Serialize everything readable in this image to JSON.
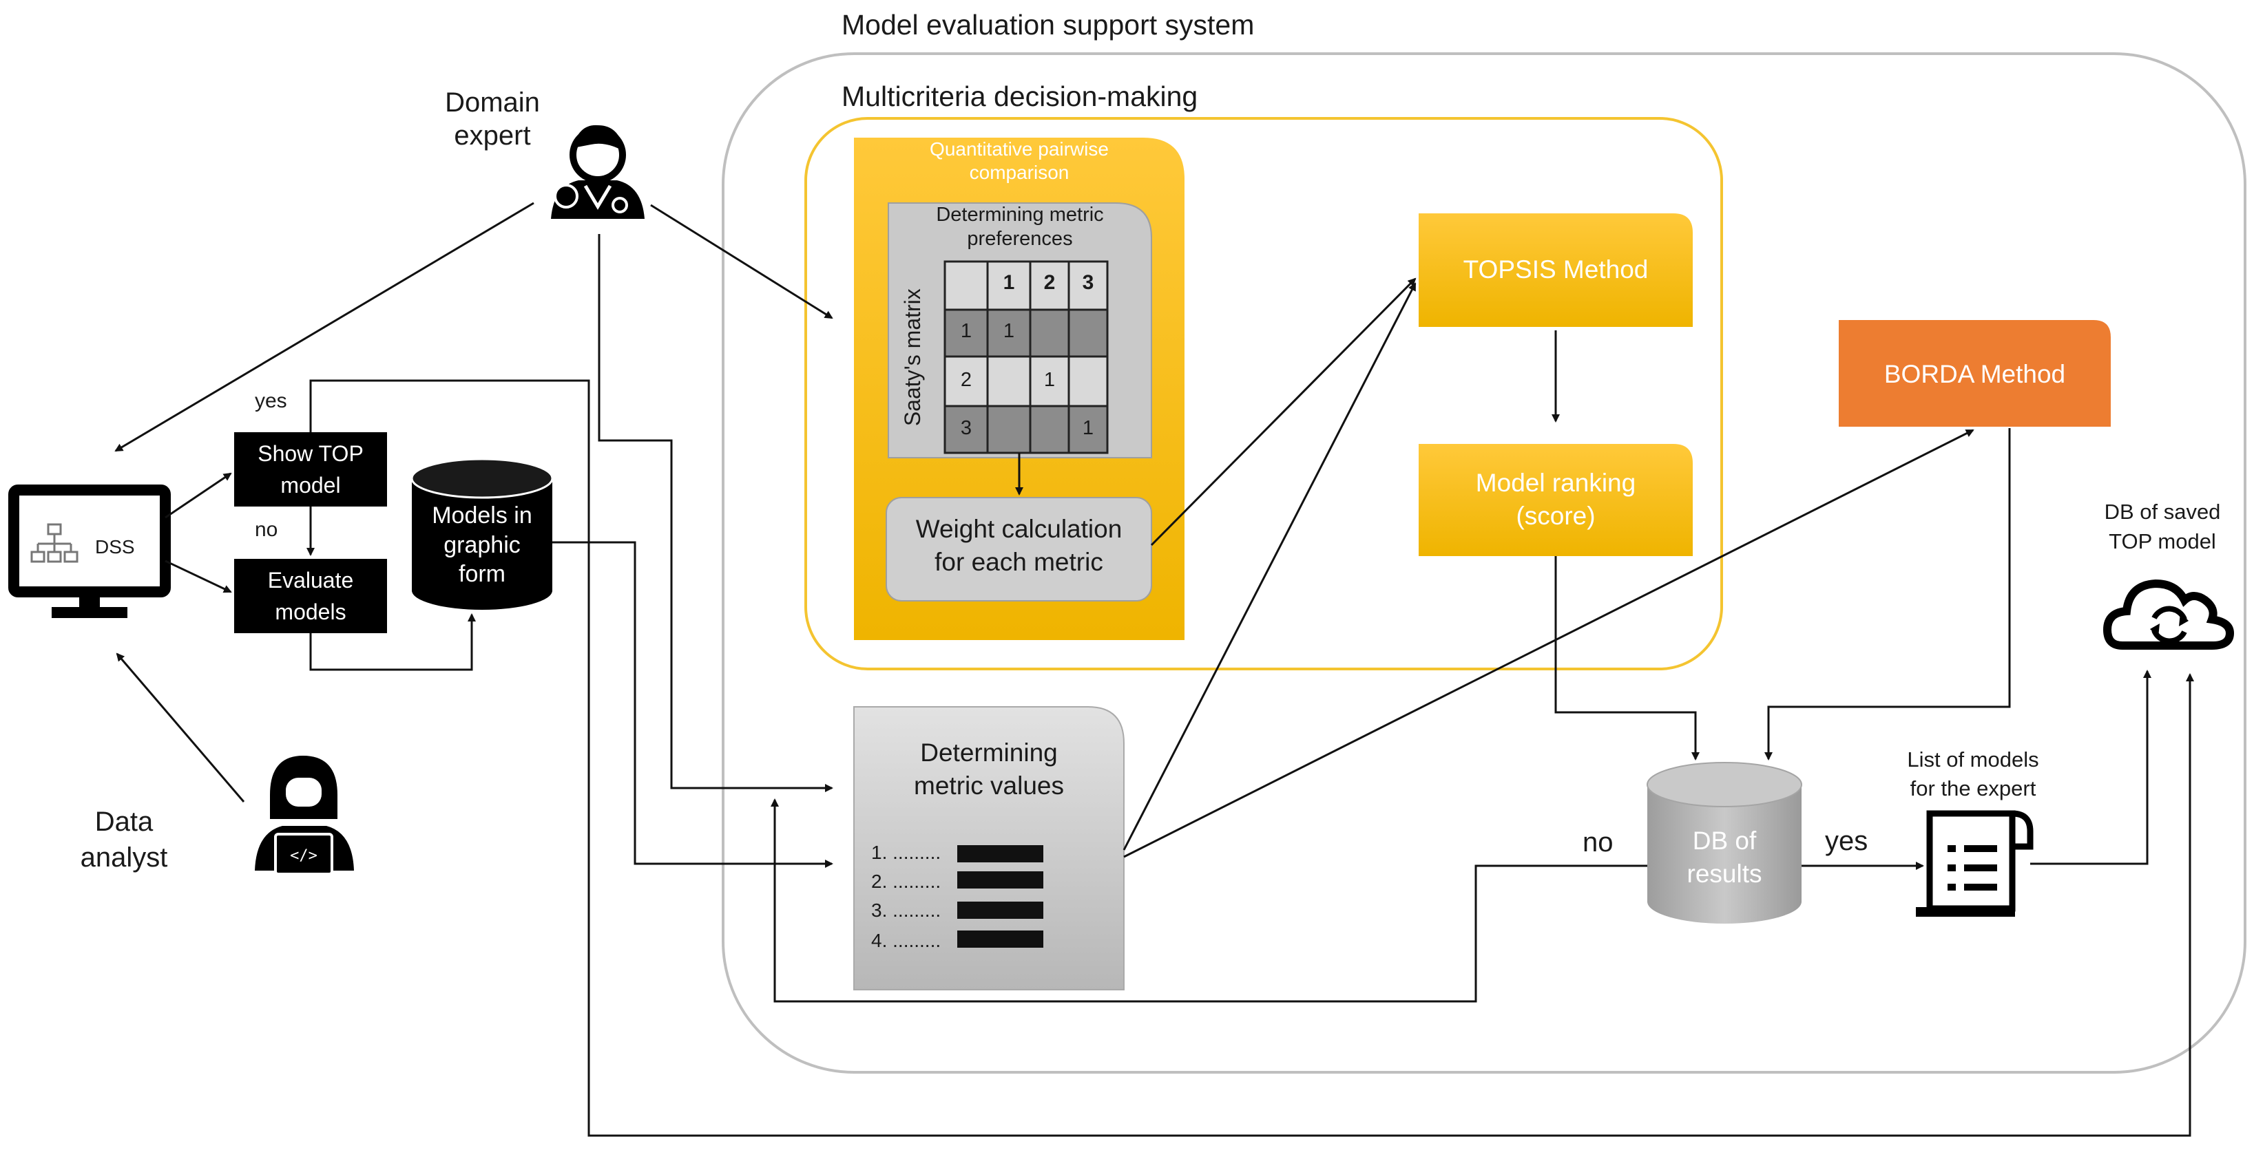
{
  "titles": {
    "system": "Model evaluation support system",
    "mcdm": "Multicriteria decision-making"
  },
  "actors": {
    "domain_expert": [
      "Domain",
      "expert"
    ],
    "data_analyst": [
      "Data",
      "analyst"
    ]
  },
  "dss": {
    "label": "DSS",
    "show_top_model": [
      "Show TOP",
      "model"
    ],
    "evaluate_models": [
      "Evaluate",
      "models"
    ],
    "yes": "yes",
    "no": "no"
  },
  "graphic_db": [
    "Models in",
    "graphic",
    "form"
  ],
  "quantitative": {
    "title": [
      "Quantitative pairwise",
      "comparison"
    ],
    "preferences": [
      "Determining metric",
      "preferences"
    ],
    "matrix_label": "Saaty's matrix",
    "header": [
      "",
      "1",
      "2",
      "3"
    ],
    "rows": [
      [
        "1",
        "1",
        "",
        ""
      ],
      [
        "2",
        "",
        "1",
        ""
      ],
      [
        "3",
        "",
        "",
        "1"
      ]
    ],
    "weight": [
      "Weight calculation",
      "for each metric"
    ]
  },
  "methods": {
    "topsis": "TOPSIS Method",
    "ranking": [
      "Model ranking",
      "(score)"
    ],
    "borda": "BORDA Method"
  },
  "metric_values": {
    "title": [
      "Determining",
      "metric values"
    ],
    "items": [
      "1. .........",
      "2. .........",
      "3. .........",
      "4. ........."
    ]
  },
  "results_db": [
    "DB of",
    "results"
  ],
  "results_no": "no",
  "results_yes": "yes",
  "list_models": [
    "List of models",
    "for the expert"
  ],
  "saved_db": [
    "DB of saved",
    "TOP model"
  ],
  "colors": {
    "yellow": "#f5b800",
    "orange": "#ed7d31",
    "gray_box": "#c8c8c8",
    "black_box": "#000000",
    "outline": "#bfbfbf"
  }
}
